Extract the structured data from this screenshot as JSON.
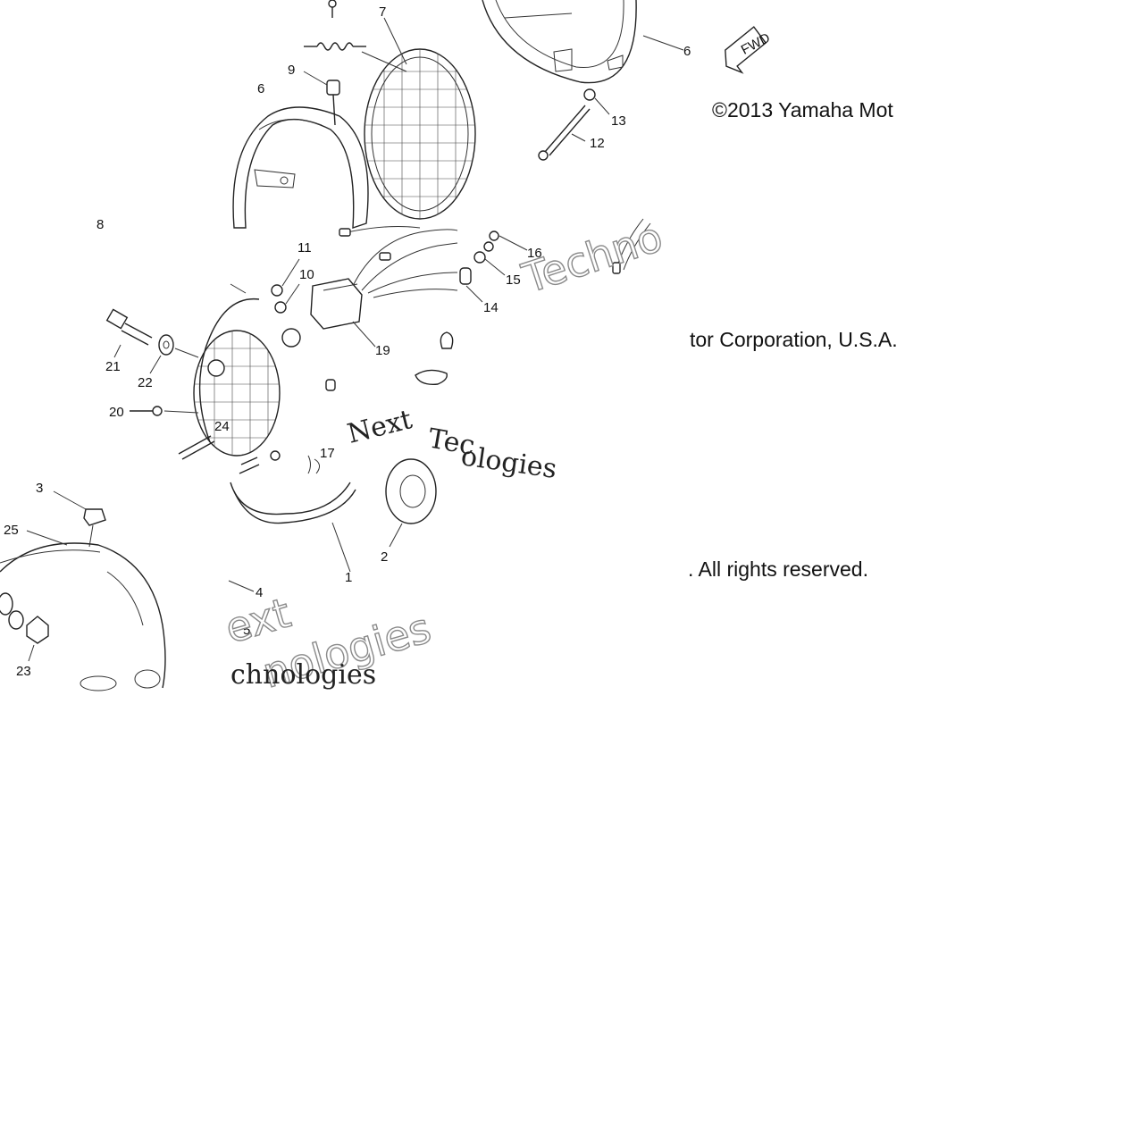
{
  "copyright": {
    "line1": "©2013 Yamaha Mot",
    "line2": "tor Corporation, U.S.A.",
    "line3": ". All rights reserved."
  },
  "fwd_label": "FWD",
  "watermarks": {
    "w1": "Techno",
    "w2": "Next",
    "w3": "Tec",
    "w4": "ologies",
    "w5": "ext",
    "w6": "nologies",
    "w7": "chnologies"
  },
  "callouts": {
    "c1": "1",
    "c2": "2",
    "c3": "3",
    "c4": "4",
    "c5": "5",
    "c6": "6",
    "c7": "7",
    "c8": "8",
    "c9": "9",
    "c10": "10",
    "c11": "11",
    "c12": "12",
    "c13": "13",
    "c14": "14",
    "c15": "15",
    "c16": "16",
    "c17": "17",
    "c19": "19",
    "c20": "20",
    "c21": "21",
    "c22": "22",
    "c23": "23",
    "c24": "24",
    "c25": "25"
  }
}
